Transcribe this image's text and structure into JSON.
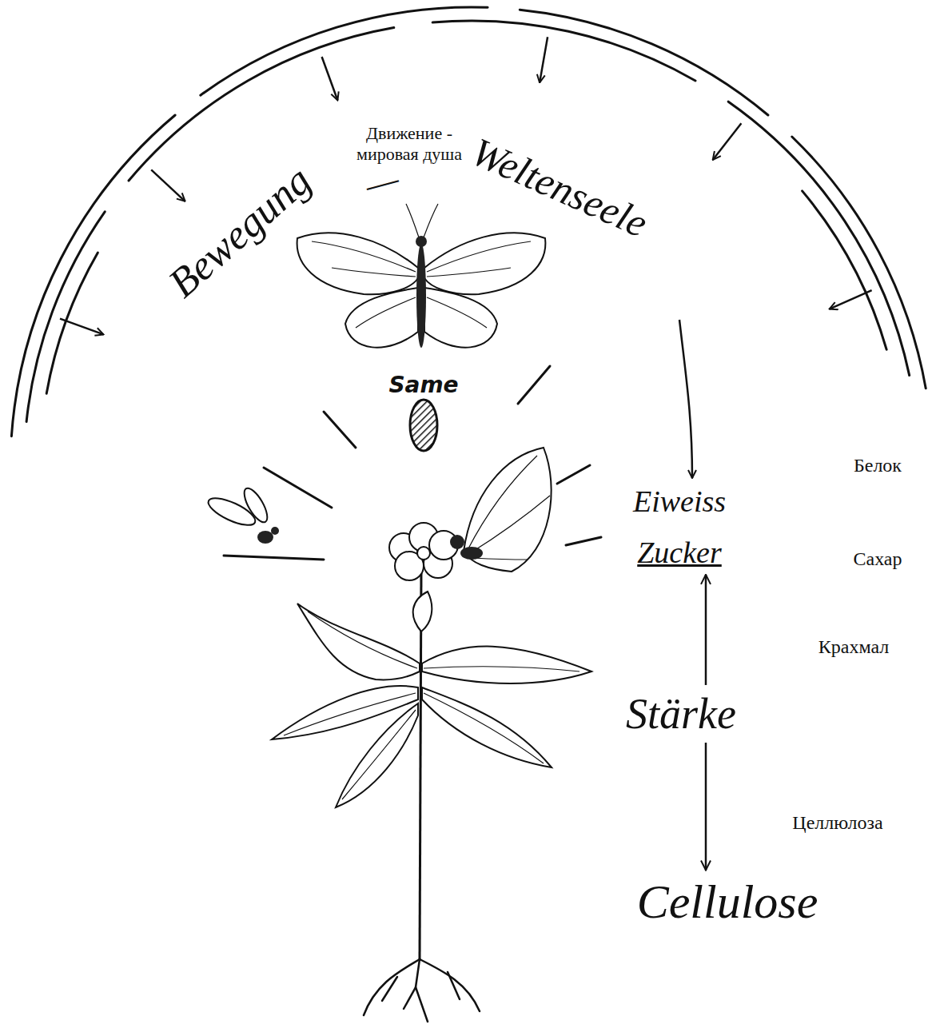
{
  "diagram": {
    "nodes": [
      {
        "text": [
          "Eiweiss"
        ]
      },
      {
        "text": [
          "Zucker"
        ]
      },
      {
        "text": [
          "Stärke"
        ]
      },
      {
        "text": [
          "Cellulose"
        ]
      }
    ],
    "edges": [
      {
        "from": 2,
        "to": 1,
        "arrow": "to"
      },
      {
        "from": 2,
        "to": 3,
        "arrow": "to"
      }
    ],
    "labels": [
      "Bewegung",
      "—",
      "Weltenseele",
      "Движение - мировая душа",
      "Same",
      "Белок",
      "Сахар",
      "Крахмал",
      "Целлюлоза"
    ]
  }
}
